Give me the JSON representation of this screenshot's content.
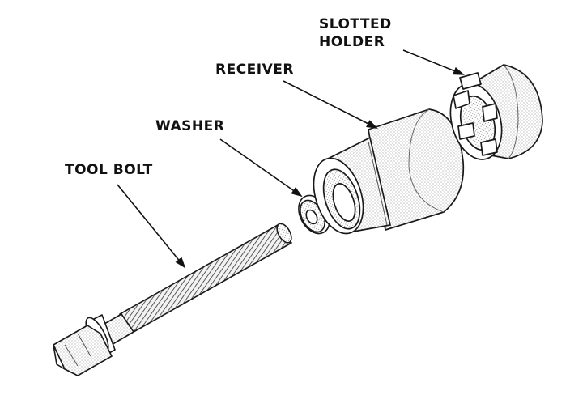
{
  "diagram": {
    "labels": {
      "slotted_holder_line1": "SLOTTED",
      "slotted_holder_line2": "HOLDER",
      "receiver": "RECEIVER",
      "washer": "WASHER",
      "tool_bolt": "TOOL BOLT"
    },
    "colors": {
      "ink": "#1a1a1a",
      "shade": "#8a8a8a",
      "paper": "#ffffff"
    }
  }
}
